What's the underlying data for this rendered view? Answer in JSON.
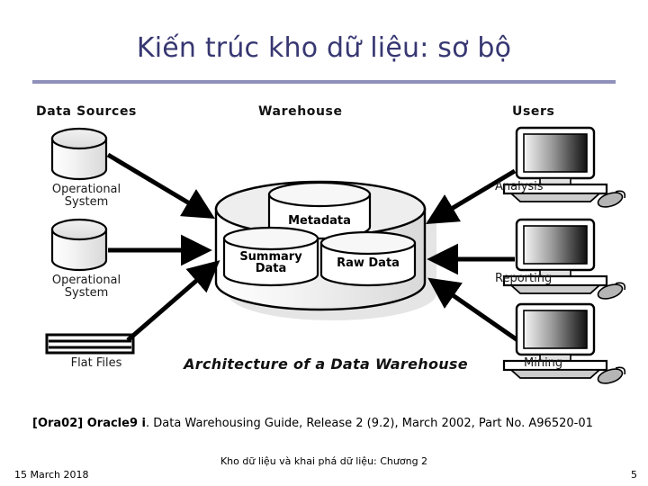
{
  "slide": {
    "title": "Kiến trúc kho dữ liệu: sơ bộ",
    "rule_color": "#8f90b9",
    "title_color": "#373772"
  },
  "diagram": {
    "caption": "Architecture of a Data Warehouse",
    "columns": {
      "data_sources": "Data Sources",
      "warehouse": "Warehouse",
      "users": "Users"
    },
    "sources": [
      {
        "label": "Operational\nSystem",
        "icon": "database-cylinder-icon"
      },
      {
        "label": "Operational\nSystem",
        "icon": "database-cylinder-icon"
      },
      {
        "label": "Flat Files",
        "icon": "flat-files-icon"
      }
    ],
    "warehouse_stores": [
      {
        "label": "Metadata",
        "icon": "cylinder-icon"
      },
      {
        "label": "Summary\nData",
        "icon": "cylinder-icon"
      },
      {
        "label": "Raw Data",
        "icon": "cylinder-icon"
      }
    ],
    "users": [
      {
        "label": "Analysis",
        "icon": "desktop-computer-icon"
      },
      {
        "label": "Reporting",
        "icon": "desktop-computer-icon"
      },
      {
        "label": "Mining",
        "icon": "desktop-computer-icon"
      }
    ]
  },
  "citation": {
    "bold_part": "[Ora02] Oracle9 i",
    "rest_part": ". Data Warehousing Guide, Release 2 (9.2), March 2002, Part No. A96520-01"
  },
  "footer": {
    "date": "15 March 2018",
    "center": "Kho dữ liệu và khai phá dữ liệu: Chương 2",
    "page_number": "5"
  }
}
